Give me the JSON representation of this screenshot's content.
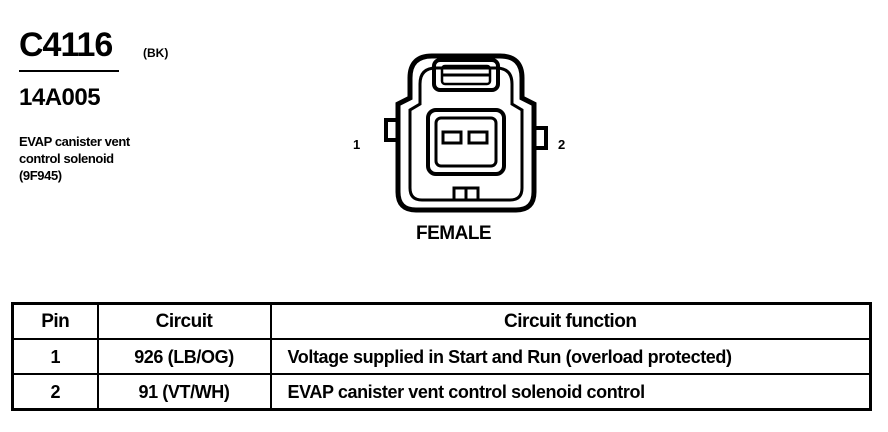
{
  "connector": {
    "id": "C4116",
    "color_code": "(BK)",
    "part_number": "14A005",
    "description_lines": [
      "EVAP canister vent",
      "control solenoid",
      "(9F945)"
    ]
  },
  "diagram": {
    "pin_left": "1",
    "pin_right": "2",
    "gender": "FEMALE"
  },
  "table": {
    "headers": [
      "Pin",
      "Circuit",
      "Circuit function"
    ],
    "rows": [
      {
        "pin": "1",
        "circuit": "926 (LB/OG)",
        "function": "Voltage supplied in Start and Run (overload protected)"
      },
      {
        "pin": "2",
        "circuit": "91 (VT/WH)",
        "function": "EVAP canister vent control solenoid  control"
      }
    ]
  }
}
